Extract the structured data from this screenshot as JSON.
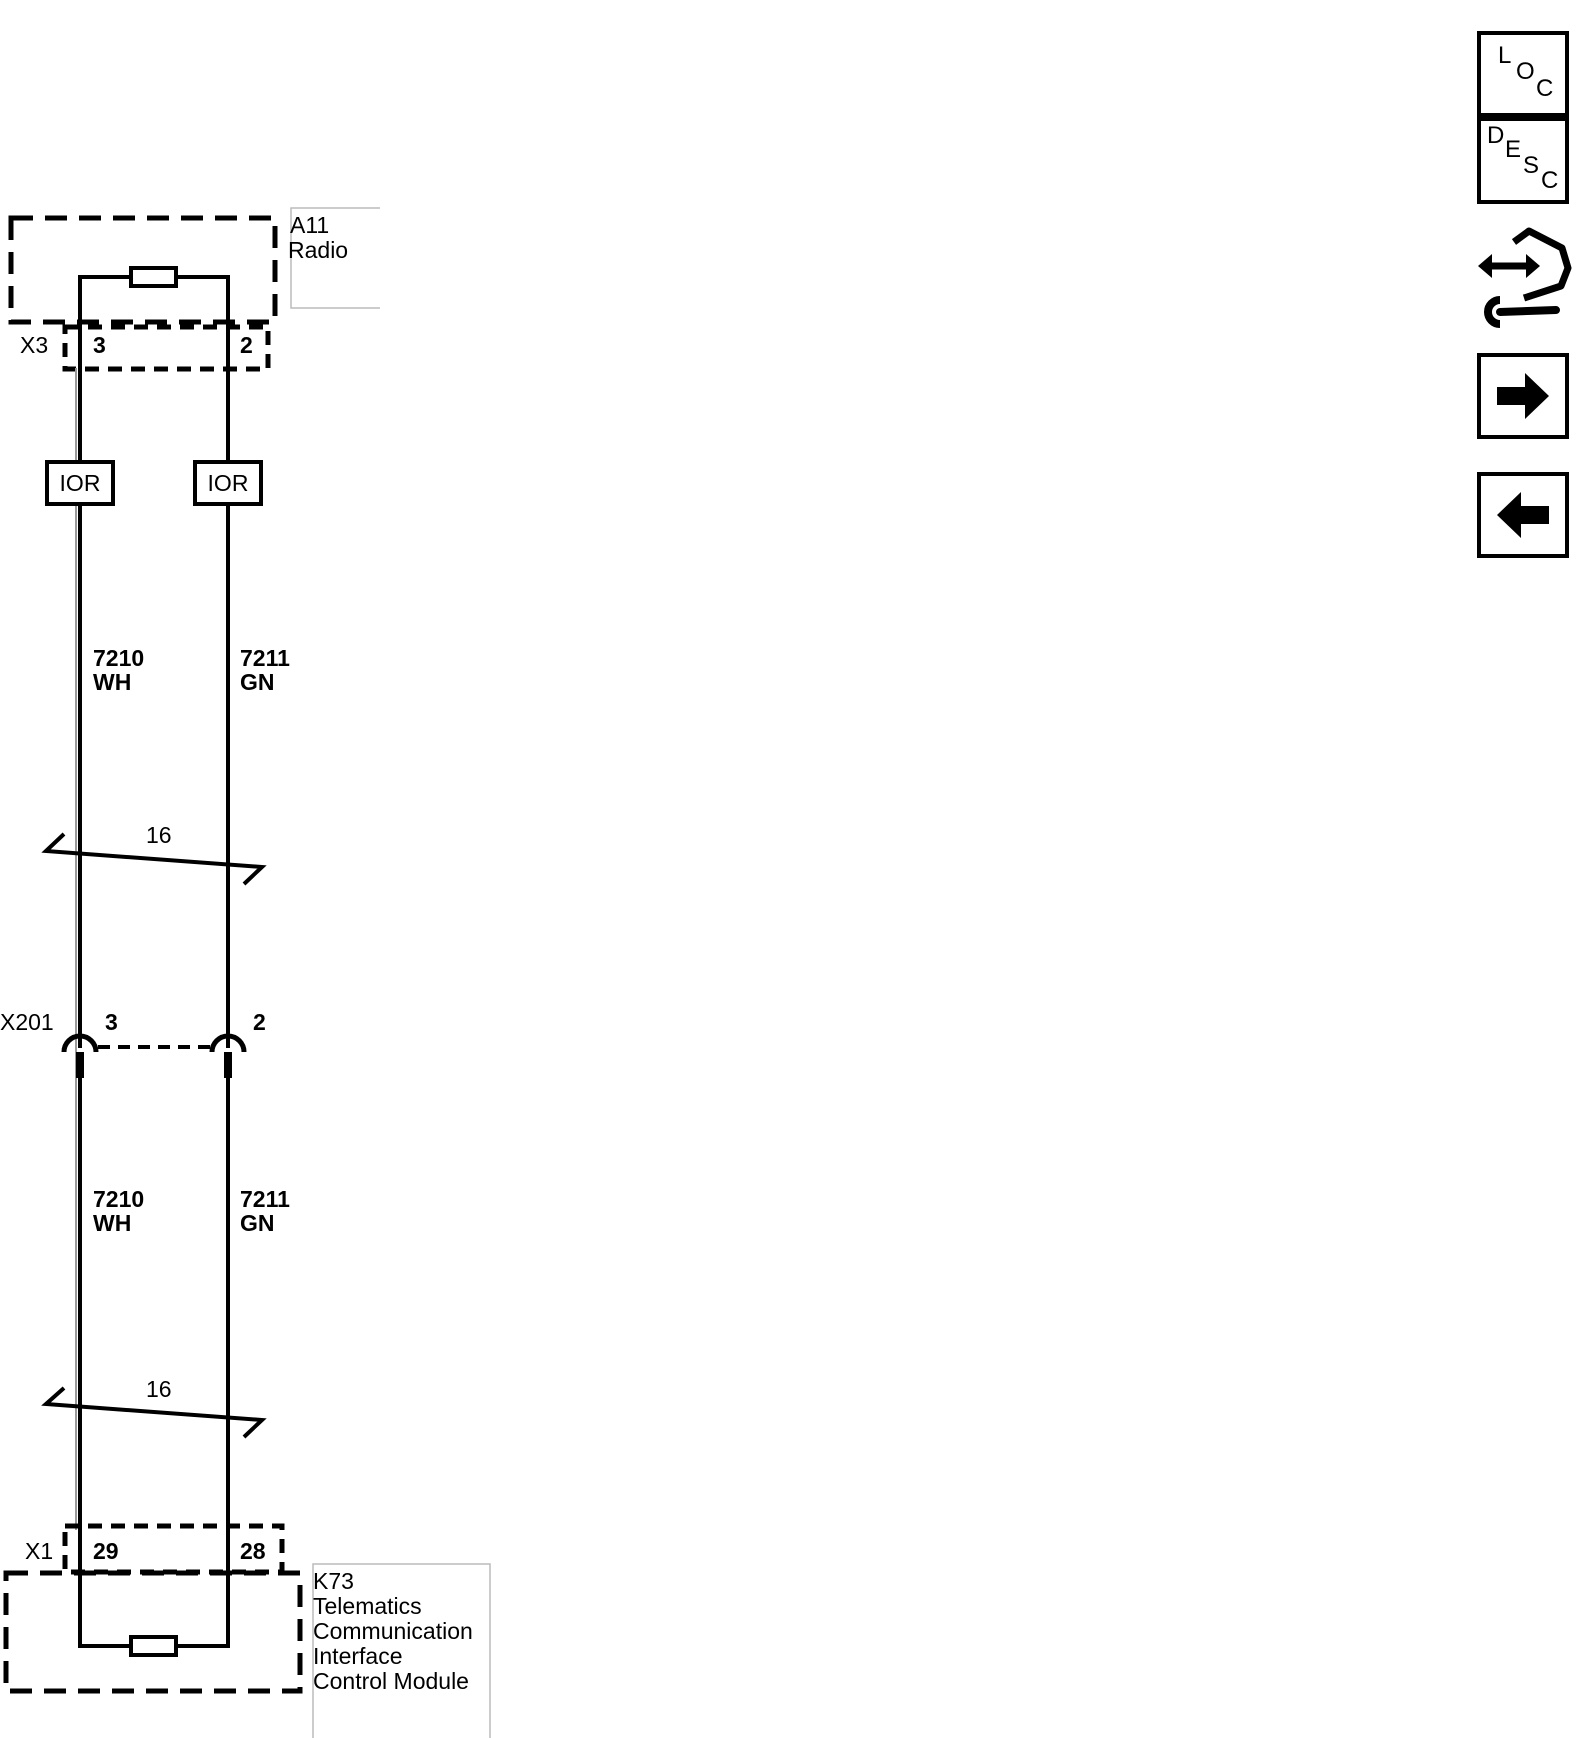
{
  "components": {
    "top": {
      "ref": "A11",
      "name": "Radio",
      "connector": "X3",
      "pins": [
        "3",
        "2"
      ]
    },
    "bottom": {
      "ref": "K73",
      "name_lines": [
        "Telematics",
        "Communication",
        "Interface",
        "Control Module"
      ],
      "connector": "X1",
      "pins": [
        "29",
        "28"
      ]
    }
  },
  "inline_connector": {
    "ref": "X201",
    "pins": [
      "3",
      "2"
    ]
  },
  "resistor_labels": [
    "IOR",
    "IOR"
  ],
  "wires_upper": [
    {
      "circuit": "7210",
      "color": "WH"
    },
    {
      "circuit": "7211",
      "color": "GN"
    }
  ],
  "wires_lower": [
    {
      "circuit": "7210",
      "color": "WH"
    },
    {
      "circuit": "7211",
      "color": "GN"
    }
  ],
  "twist_labels": [
    "16",
    "16"
  ],
  "nav": {
    "loc": [
      "L",
      "O",
      "C"
    ],
    "desc": [
      "D",
      "E",
      "S",
      "C"
    ],
    "service_icon": "connector-service-icon",
    "next_icon": "arrow-right-icon",
    "prev_icon": "arrow-left-icon"
  }
}
